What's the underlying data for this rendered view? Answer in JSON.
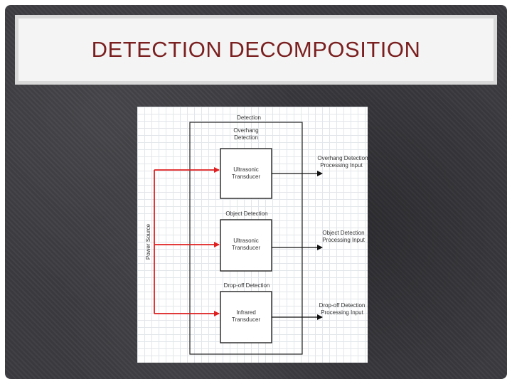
{
  "slide": {
    "title": "DETECTION DECOMPOSITION"
  },
  "diagram": {
    "outer_label": "Detection",
    "power_label": "Power Source",
    "groups": [
      {
        "label_line1": "Overhang",
        "label_line2": "Detection",
        "box_line1": "Ultrasonic",
        "box_line2": "Transducer",
        "output_line1": "Overhang Detection",
        "output_line2": "Processing Input"
      },
      {
        "label_line1": "Object Detection",
        "label_line2": "",
        "box_line1": "Ultrasonic",
        "box_line2": "Transducer",
        "output_line1": "Object Detection",
        "output_line2": "Processing Input"
      },
      {
        "label_line1": "Drop-off Detection",
        "label_line2": "",
        "box_line1": "Infrared",
        "box_line2": "Transducer",
        "output_line1": "Drop-off Detection",
        "output_line2": "Processing Input"
      }
    ],
    "colors": {
      "power_arrow": "#e02020",
      "signal_arrow": "#111111",
      "title": "#7a1f1f"
    }
  }
}
